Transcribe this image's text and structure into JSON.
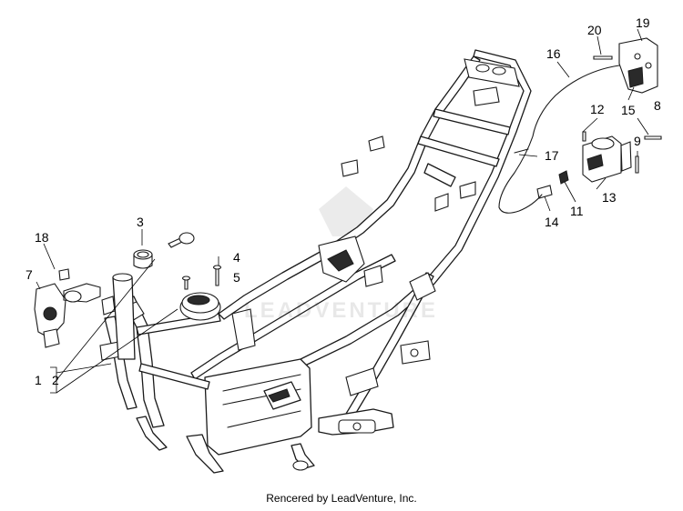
{
  "callouts": {
    "c1": "1",
    "c2": "2",
    "c3": "3",
    "c4": "4",
    "c5": "5",
    "c7": "7",
    "c8": "8",
    "c9": "9",
    "c11": "11",
    "c12": "12",
    "c13": "13",
    "c14": "14",
    "c15": "15",
    "c16": "16",
    "c17": "17",
    "c18": "18",
    "c19": "19",
    "c20": "20"
  },
  "watermark": "LEADVENTURE",
  "footer": "Rencered by LeadVenture, Inc."
}
